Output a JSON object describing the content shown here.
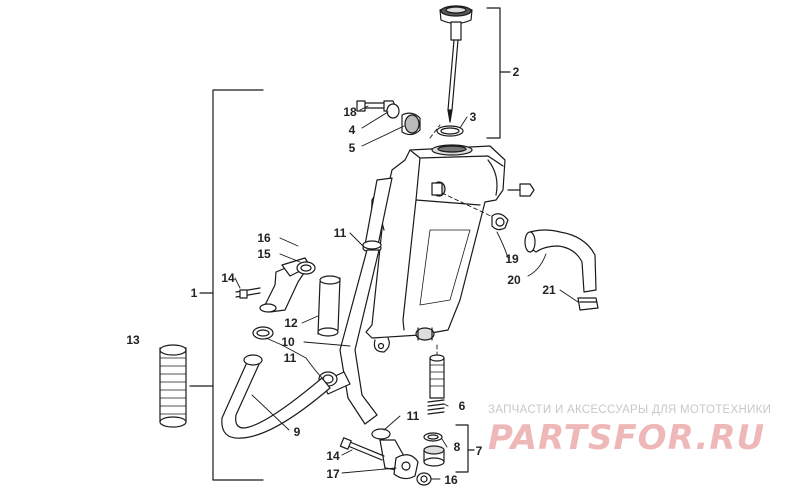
{
  "callouts": {
    "c1": "1",
    "c2": "2",
    "c3": "3",
    "c4": "4",
    "c5": "5",
    "c6": "6",
    "c7": "7",
    "c8": "8",
    "c9": "9",
    "c10": "10",
    "c11a": "11",
    "c11b": "11",
    "c11c": "11",
    "c12": "12",
    "c13": "13",
    "c14a": "14",
    "c14b": "14",
    "c15": "15",
    "c16a": "16",
    "c16b": "16",
    "c17": "17",
    "c18": "18",
    "c19": "19",
    "c20": "20",
    "c21": "21"
  },
  "watermark": {
    "tagline": "ЗАПЧАСТИ И АКСЕССУАРЫ ДЛЯ МОТОТЕХНИКИ",
    "logo_part1": "PARTS",
    "logo_part2": "FOR",
    "logo_part3": ".RU"
  },
  "colors": {
    "line": "#1a1a1a",
    "watermark_red": "#f0c0c0",
    "watermark_grey": "#c8c8c8"
  }
}
